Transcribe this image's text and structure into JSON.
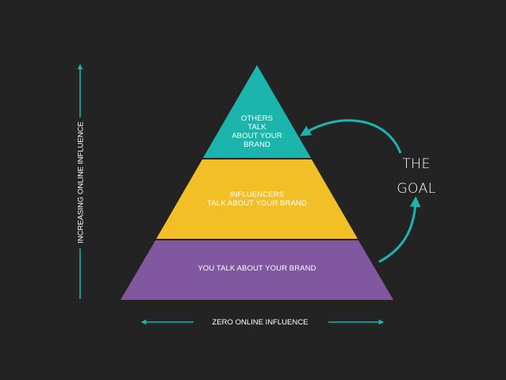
{
  "pyramid": {
    "tiers": [
      {
        "label": "OTHERS\nTALK\nABOUT YOUR\nBRAND",
        "color": "#1bb5ad"
      },
      {
        "label": "INFLUENCERS\nTALK ABOUT YOUR BRAND",
        "color": "#f2bf26"
      },
      {
        "label": "YOU TALK ABOUT YOUR BRAND",
        "color": "#8157a0"
      }
    ]
  },
  "goal": {
    "line1": "THE",
    "line2": "GOAL"
  },
  "axes": {
    "x_label": "ZERO ONLINE INFLUENCE",
    "y_label": "INCREASING ONLINE INFLUENCE"
  },
  "colors": {
    "background": "#232323",
    "accent": "#1bb5ad",
    "text": "#ffffff"
  }
}
